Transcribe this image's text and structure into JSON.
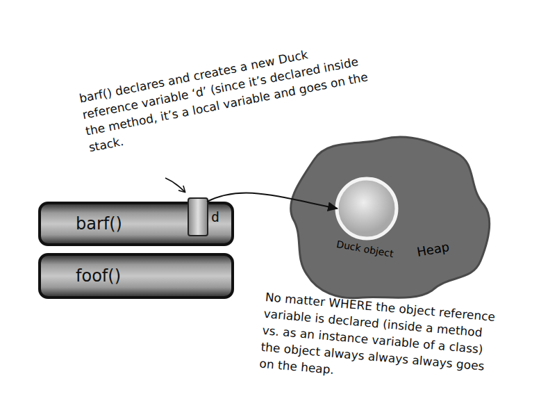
{
  "diagram": {
    "nodes": [
      {
        "text": [
          "barf()"
        ]
      },
      {
        "text": [
          "d"
        ],
        "in": 0
      },
      {
        "text": [
          "foof()"
        ]
      },
      {
        "text": [
          "Heap"
        ]
      },
      {
        "text": [
          "Duck object"
        ],
        "in": 3
      }
    ],
    "edges": [
      {
        "from": 1,
        "to": 4,
        "arrow": "to"
      }
    ],
    "labels": [
      "barf() declares and creates a new Duck reference variable ‘d’ (since it’s declared inside the method, it’s a local variable and goes on the stack.",
      "No matter WHERE the object reference variable is declared (inside a method vs. as an instance variable of a class) the object always always always goes on the heap."
    ]
  }
}
